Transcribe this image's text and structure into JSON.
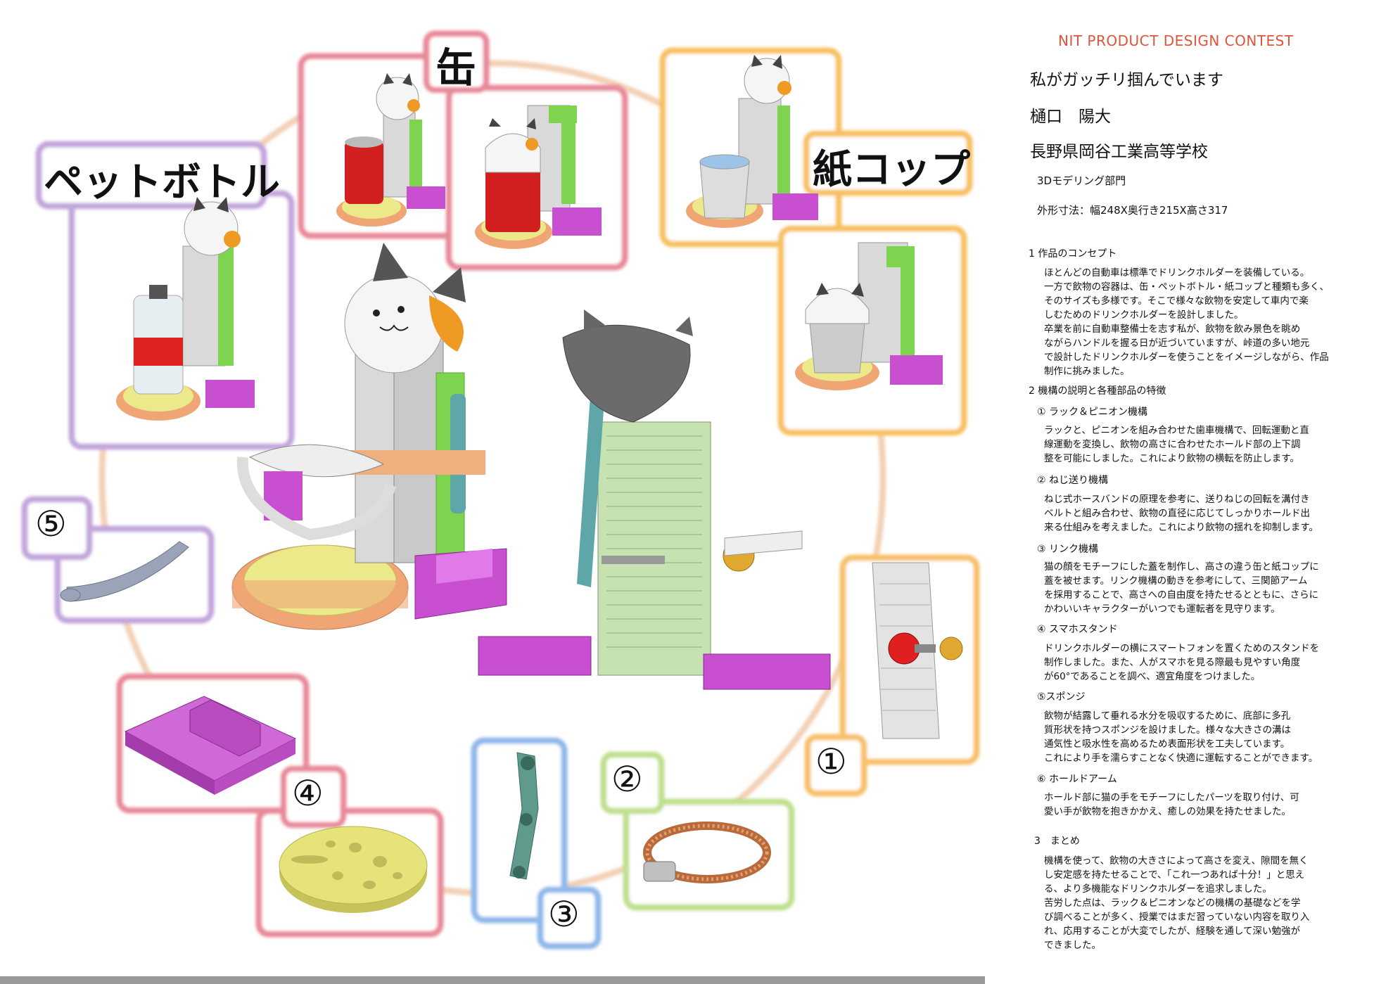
{
  "header": {
    "contest": "NIT PRODUCT DESIGN CONTEST",
    "title": "私がガッチリ掴んでいます",
    "author": "樋口　陽大",
    "school": "長野県岡谷工業高等学校",
    "category": "3Dモデリング部門",
    "dimensions": "外形寸法：幅248X奥行き215X高さ317"
  },
  "labels": {
    "pet": "ペットボトル",
    "can": "缶",
    "cup": "紙コップ",
    "n1": "①",
    "n2": "②",
    "n3": "③",
    "n4": "④",
    "n5": "⑤"
  },
  "sections": [
    {
      "heading": "1 作品のコンセプト",
      "lines": [
        "ほとんどの自動車は標準でドリンクホルダーを装備している。",
        "一方で飲物の容器は、缶・ペットボトル・紙コップと種類も多く、",
        "そのサイズも多様です。そこで様々な飲物を安定して車内で楽",
        "しむためのドリンクホルダーを設計しました。",
        "卒業を前に自動車整備士を志す私が、飲物を飲み景色を眺め",
        "ながらハンドルを握る日が近づいていますが、峠道の多い地元",
        "で設計したドリンクホルダーを使うことをイメージしながら、作品",
        "制作に挑みました。"
      ]
    },
    {
      "heading": "2 機構の説明と各種部品の特徴",
      "lines": []
    },
    {
      "heading": "① ラック＆ピニオン機構",
      "lines": [
        "ラックと、ピニオンを組み合わせた歯車機構で、回転運動と直",
        "線運動を変換し、飲物の高さに合わせたホールド部の上下調",
        "整を可能にしました。これにより飲物の横転を防止します。"
      ]
    },
    {
      "heading": "② ねじ送り機構",
      "lines": [
        "ねじ式ホースバンドの原理を参考に、送りねじの回転を溝付き",
        "ベルトと組み合わせ、飲物の直径に応じてしっかりホールド出",
        "来る仕組みを考えました。これにより飲物の揺れを抑制します。"
      ]
    },
    {
      "heading": "③ リンク機構",
      "lines": [
        "猫の顔をモチーフにした蓋を制作し、高さの違う缶と紙コップに",
        "蓋を被せます。リンク機構の動きを参考にして、三関節アーム",
        "を採用することで、高さへの自由度を持たせるとともに、さらに",
        "かわいいキャラクターがいつでも運転者を見守ります。"
      ]
    },
    {
      "heading": "④ スマホスタンド",
      "lines": [
        "ドリンクホルダーの横にスマートフォンを置くためのスタンドを",
        "制作しました。また、人がスマホを見る際最も見やすい角度",
        "が60°であることを調べ、適宜角度をつけました。"
      ]
    },
    {
      "heading": "⑤スポンジ",
      "lines": [
        "飲物が結露して垂れる水分を吸収するために、底部に多孔",
        "質形状を持つスポンジを設けました。様々な大きさの溝は",
        "通気性と吸水性を高めるため表面形状を工夫しています。",
        "これにより手を濡らすことなく快適に運転することができます。"
      ]
    },
    {
      "heading": "⑥ ホールドアーム",
      "lines": [
        "ホールド部に猫の手をモチーフにしたパーツを取り付け、可",
        "愛い手が飲物を抱きかかえ、癒しの効果を持たせました。"
      ]
    },
    {
      "heading": "3　まとめ",
      "lines": [
        "機構を使って、飲物の大きさによって高さを変え、隙間を無く",
        "し安定感を持たせることで、「これ一つあれば十分！」と思え",
        "る、より多機能なドリンクホルダーを追求しました。",
        "苦労した点は、ラック＆ピニオンなどの機構の基礎などを学",
        "び調べることが多く、授業ではまだ習っていない内容を取り入",
        "れ、応用することが大変でしたが、経験を通して深い勉強が",
        "できました。"
      ]
    }
  ],
  "colors": {
    "accent": "#e0553a",
    "red_frame": "#e8899a",
    "orange_frame": "#f7c160",
    "purple_frame": "#c2a6dc",
    "blue_frame": "#8fb8ea",
    "green_frame": "#bfe08e",
    "magenta_part": "#c84fd0",
    "green_part": "#7fd44f",
    "foam": "#e8e77e",
    "tan": "#f0a574"
  }
}
